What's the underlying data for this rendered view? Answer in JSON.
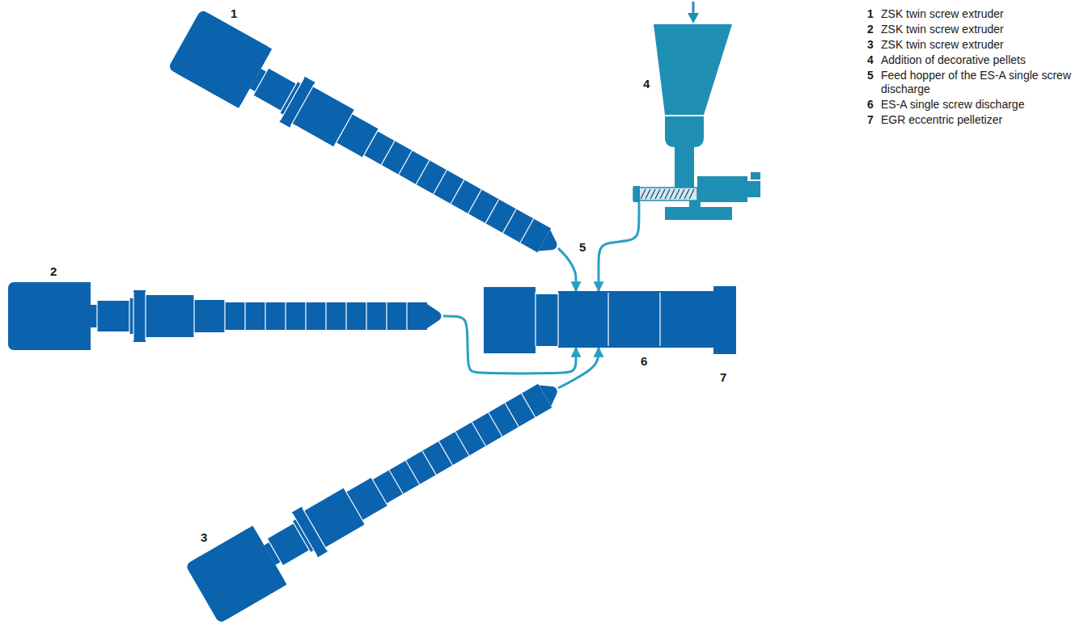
{
  "diagram": {
    "nodes": [
      {
        "text": [
          "1"
        ]
      },
      {
        "text": [
          "2"
        ]
      },
      {
        "text": [
          "3"
        ]
      },
      {
        "text": [
          "4"
        ]
      },
      {
        "text": [
          "6"
        ]
      },
      {
        "text": [
          "7"
        ]
      }
    ],
    "edges": [
      {
        "from": 0,
        "to": 4,
        "arrow": "to"
      },
      {
        "from": 1,
        "to": 4,
        "arrow": "to"
      },
      {
        "from": 2,
        "to": 4,
        "arrow": "to"
      },
      {
        "from": 3,
        "to": 4,
        "arrow": "to"
      }
    ],
    "labels": [
      "5",
      "1",
      "ZSK twin screw extruder",
      "2",
      "ZSK twin screw extruder",
      "3",
      "ZSK twin screw extruder",
      "4",
      "Addition of decorative pellets",
      "5",
      "Feed hopper of the ES-A single screw discharge",
      "6",
      "ES-A single screw discharge",
      "7",
      "EGR eccentric pelletizer"
    ]
  }
}
